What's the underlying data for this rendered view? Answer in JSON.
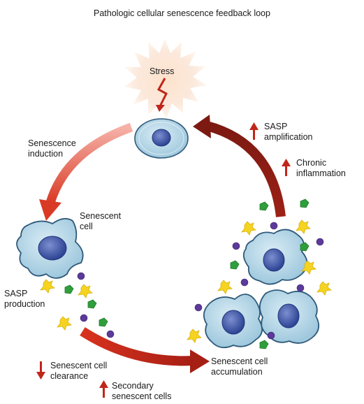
{
  "title": "Pathologic cellular senescence feedback loop",
  "labels": {
    "stress": "Stress",
    "senescence_induction": [
      "Senescence",
      "induction"
    ],
    "senescent_cell": [
      "Senescent",
      "cell"
    ],
    "sasp_production": [
      "SASP",
      "production"
    ],
    "senescent_cell_clearance": [
      "Senescent cell",
      "clearance"
    ],
    "secondary_senescent_cells": [
      "Secondary",
      "senescent cells"
    ],
    "senescent_cell_accumulation": [
      "Senescent cell",
      "accumulation"
    ],
    "chronic_inflammation": [
      "Chronic",
      "inflammation"
    ],
    "sasp_amplification": [
      "SASP",
      "amplification"
    ]
  },
  "indicators": {
    "senescent_cell_clearance": "down",
    "secondary_senescent_cells": "up",
    "chronic_inflammation": "up",
    "sasp_amplification": "up"
  },
  "colors": {
    "arrow_red": "#c0261a",
    "arrow_dark_red": "#8e1e16",
    "arrow_light": "#f3a59b",
    "cell_fill": "#b9d9e8",
    "nucleus": "#3d58a6",
    "factor_yellow": "#f5d320",
    "factor_green": "#2f9e3c",
    "factor_purple": "#5b3a99"
  }
}
